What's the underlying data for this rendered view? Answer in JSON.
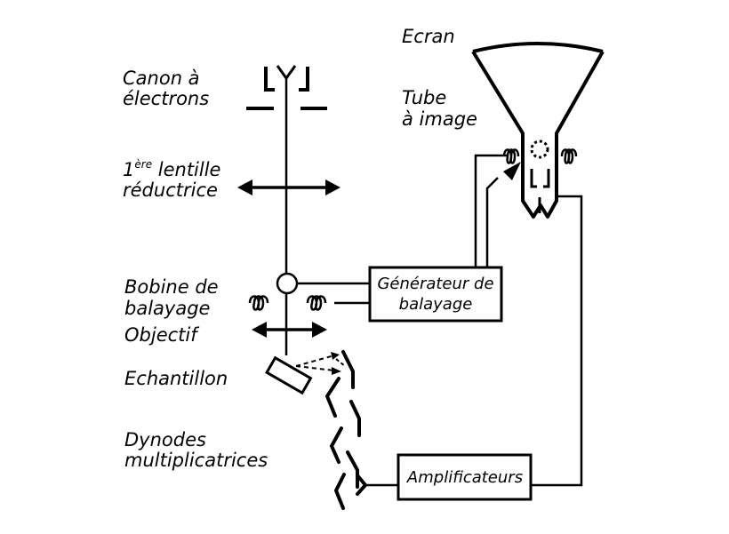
{
  "labels": {
    "ecran": "Ecran",
    "tube_line1": "Tube",
    "tube_line2": "à image",
    "canon_line1": "Canon à",
    "canon_line2": "électrons",
    "lentille_num": "1",
    "lentille_sup": "ère",
    "lentille_rest": " lentille",
    "lentille_line2": "réductrice",
    "bobine_line1": "Bobine de",
    "bobine_line2": "balayage",
    "objectif": "Objectif",
    "echantillon": "Echantillon",
    "dynodes_line1": "Dynodes",
    "dynodes_line2": "multiplicatrices"
  },
  "boxes": {
    "generateur_line1": "Générateur de",
    "generateur_line2": "balayage",
    "amplificateurs": "Amplificateurs"
  },
  "colors": {
    "ink": "#000000",
    "background": "#ffffff"
  }
}
